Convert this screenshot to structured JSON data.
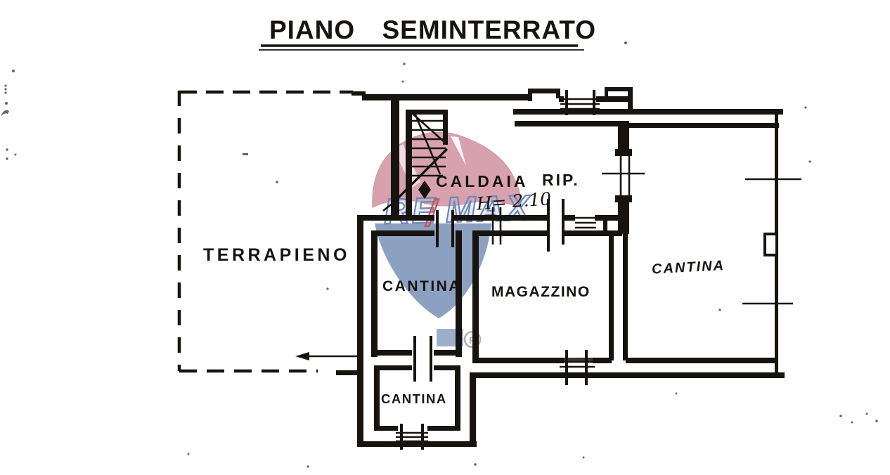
{
  "title": {
    "text": "PIANO SEMINTERRATO"
  },
  "rooms": [
    {
      "id": "terrapieno",
      "label": "TERRAPIENO"
    },
    {
      "id": "caldaia",
      "label": "CALDAIA",
      "height_note": "H= 2.10"
    },
    {
      "id": "rip",
      "label": "RIP."
    },
    {
      "id": "cantina-middle",
      "label": "CANTINA"
    },
    {
      "id": "magazzino",
      "label": "MAGAZZINO"
    },
    {
      "id": "cantina-right",
      "label": "CANTINA"
    },
    {
      "id": "cantina-bottom",
      "label": "CANTINA"
    }
  ],
  "watermark": {
    "brand_left": "RE",
    "brand_slash": "/",
    "brand_right": "MAX",
    "registered_mark": "®",
    "balloon_red": "#c97f8f",
    "balloon_blue": "#6f89b2",
    "text_blue": "#6d87b7",
    "slash_red": "#c2535f"
  },
  "drawing": {
    "ink_color": "#17130f",
    "paper_color": "#ffffff"
  }
}
